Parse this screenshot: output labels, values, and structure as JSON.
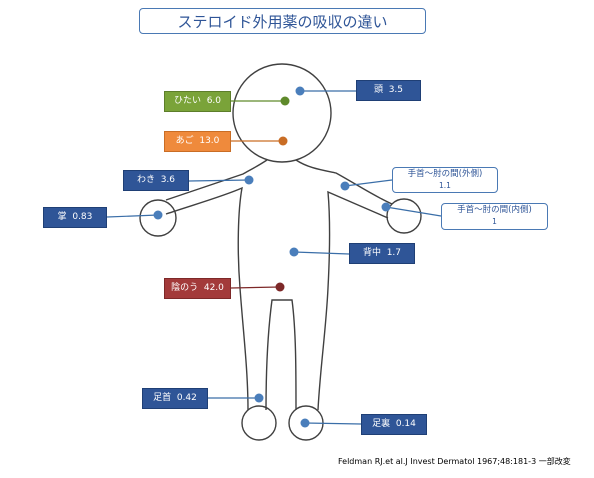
{
  "title": "ステロイド外用薬の吸収の違い",
  "citation": "Feldman RJ.et al.J Invest Dermatol 1967;48:181-3 一部改変",
  "colors": {
    "body_outline": "#404040",
    "connector": "#3a6ea8",
    "dot": "#4a7ebb",
    "label_dark": "#2f5597",
    "green": "#7aa339",
    "orange": "#ef8a3c",
    "red": "#a33a3a"
  },
  "regions": {
    "head": {
      "name": "頭",
      "value": "3.5"
    },
    "forehead": {
      "name": "ひたい",
      "value": "6.0"
    },
    "jaw": {
      "name": "あご",
      "value": "13.0"
    },
    "armpit": {
      "name": "わき",
      "value": "3.6"
    },
    "palm": {
      "name": "掌",
      "value": "0.83"
    },
    "forearm_outer": {
      "name": "手首〜肘の間(外側)",
      "value": "1.1"
    },
    "forearm_inner": {
      "name": "手首〜肘の間(内側)",
      "value": "1"
    },
    "back": {
      "name": "背中",
      "value": "1.7"
    },
    "scrotum": {
      "name": "陰のう",
      "value": "42.0"
    },
    "ankle": {
      "name": "足首",
      "value": "0.42"
    },
    "sole": {
      "name": "足裏",
      "value": "0.14"
    }
  }
}
